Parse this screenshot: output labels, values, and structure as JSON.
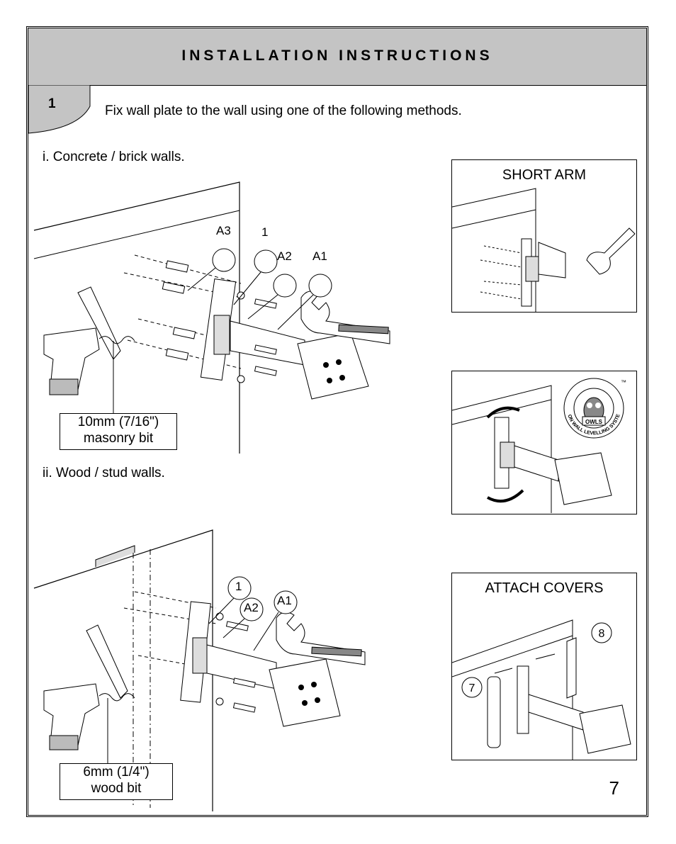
{
  "header": {
    "title": "INSTALLATION INSTRUCTIONS"
  },
  "step": {
    "number": "1",
    "instruction": "Fix wall plate to the wall using one of the following methods."
  },
  "methods": [
    {
      "title": "i. Concrete / brick walls.",
      "bit_line1": "10mm (7/16\")",
      "bit_line2": "masonry bit",
      "callouts": [
        "A3",
        "1",
        "A2",
        "A1"
      ]
    },
    {
      "title": "ii. Wood / stud walls.",
      "bit_line1": "6mm (1/4\")",
      "bit_line2": "wood bit",
      "callouts": [
        "1",
        "A2",
        "A1"
      ]
    }
  ],
  "panels": {
    "short_arm": {
      "title": "SHORT ARM"
    },
    "owls": {
      "logo_text": "OWLS",
      "ring_text": "ON WALL LEVELLING SYSTEM",
      "tm": "™"
    },
    "attach_covers": {
      "title": "ATTACH COVERS",
      "callouts": [
        "7",
        "8"
      ]
    }
  },
  "page_number": "7"
}
